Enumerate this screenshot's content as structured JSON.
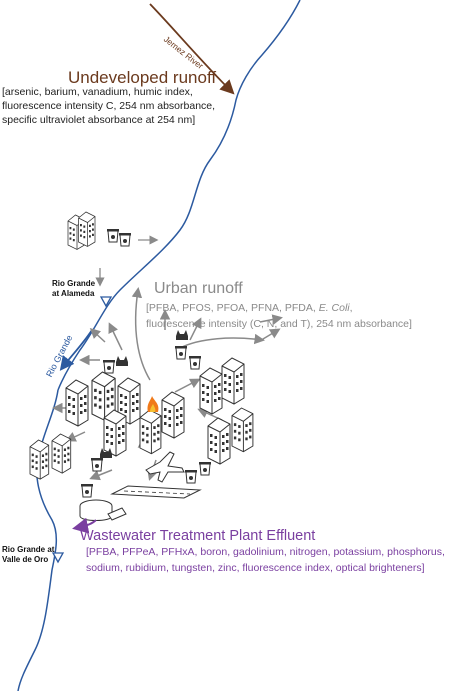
{
  "sources": {
    "undeveloped": {
      "title": "Undeveloped runoff",
      "lines": [
        "[arsenic, barium, vanadium, humic index,",
        "fluorescence intensity C, 254 nm absorbance,",
        "specific ultraviolet absorbance at 254 nm]"
      ]
    },
    "urban": {
      "title": "Urban runoff",
      "line1_prefix": "[PFBA, PFOS, PFOA, PFNA, PFDA, ",
      "line1_italic": "E. Coli",
      "line1_suffix": ",",
      "line2": "fluorescence intensity (C, N, and T), 254 nm absorbance]"
    },
    "wwtp": {
      "title": "Wastewater Treatment Plant Effluent",
      "lines": [
        "[PFBA, PFPeA, PFHxA, boron, gadolinium, nitrogen, potassium, phosphorus,",
        "sodium, rubidium, tungsten, zinc, fluorescence index, optical brighteners]"
      ]
    }
  },
  "sites": {
    "alameda": [
      "Rio Grande",
      "at Alameda"
    ],
    "valle_de_oro": [
      "Rio Grande at",
      "Valle de Oro"
    ]
  },
  "rivers": {
    "main": "Rio Grande",
    "tributary": "Jemez River"
  },
  "colors": {
    "undeveloped": "#6b3a1e",
    "urban": "#8a8a8a",
    "wwtp": "#7a3fa0",
    "river": "#2c5aa0"
  }
}
